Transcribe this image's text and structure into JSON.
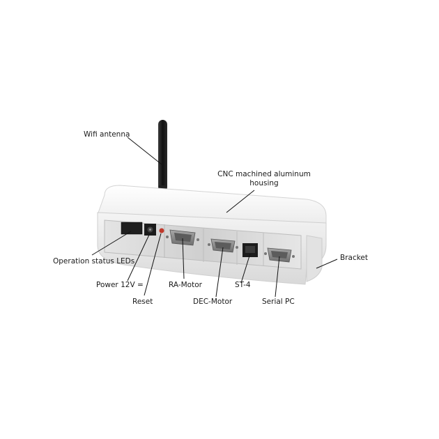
{
  "labels": {
    "wifi_antenna": "Wifi antenna",
    "housing_line1": "CNC machined aluminum",
    "housing_line2": "housing",
    "status_leds": "Operation status LEDs",
    "power": "Power 12V =",
    "reset": "Reset",
    "ra_motor": "RA-Motor",
    "dec_motor": "DEC-Motor",
    "st4": "ST-4",
    "serial_pc": "Serial PC",
    "bracket": "Bracket"
  },
  "colors": {
    "housing": "#f1f1f1",
    "panel": "#dcdcdc",
    "connector": "#8a8a8a",
    "antenna": "#1e1e1e",
    "led_window": "#222222",
    "reset_led": "#c0392b"
  }
}
